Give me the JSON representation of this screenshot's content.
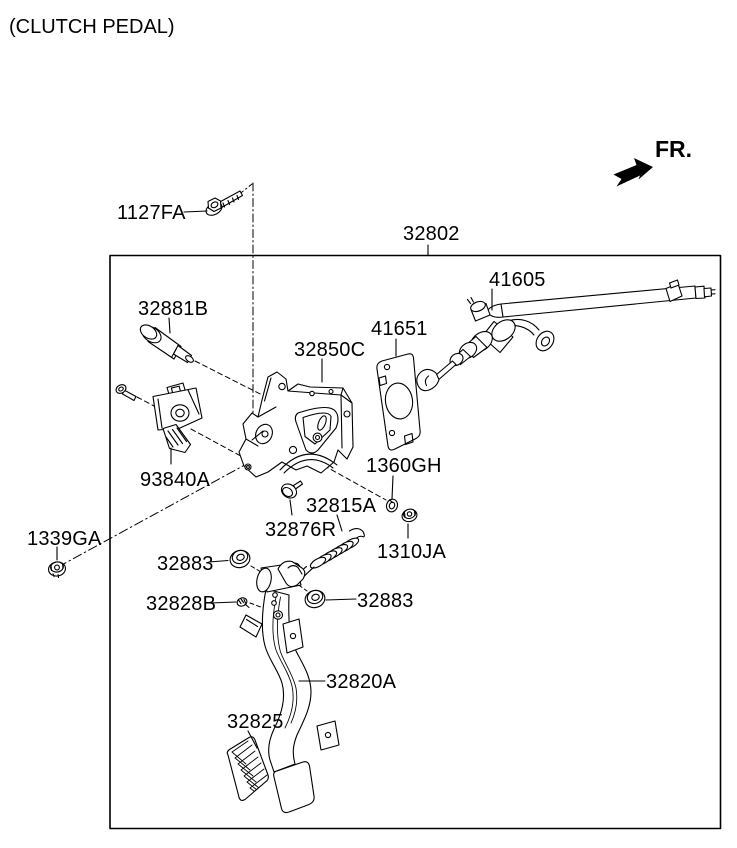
{
  "title": "(CLUTCH PEDAL)",
  "direction": {
    "label": "FR.",
    "icon": "fr-direction-arrow-icon"
  },
  "assembly_box_label": "32802",
  "labels": {
    "p1127fa": "1127FA",
    "p32802": "32802",
    "p41605": "41605",
    "p32881b": "32881B",
    "p32850c": "32850C",
    "p41651": "41651",
    "p93840a": "93840A",
    "p1360gh": "1360GH",
    "p32815a": "32815A",
    "p32876r": "32876R",
    "p1310ja": "1310JA",
    "p1339ga": "1339GA",
    "p32883_left": "32883",
    "p32883_right": "32883",
    "p32828b": "32828B",
    "p32820a": "32820A",
    "p32825": "32825"
  },
  "part_drawings": [
    "washer-bolt-1127fa",
    "clevis-pin-32881b",
    "clutch-switch-93840a",
    "pedal-member-bracket-32850c",
    "gasket-41651",
    "clutch-master-cylinder-41605",
    "snap-ring-1360gh",
    "nut-1310ja",
    "nut-1339ga",
    "pivot-bolt-32876r",
    "return-spring-32815a",
    "bushing-32883-left",
    "bushing-32883-right",
    "clip-32828b",
    "pedal-arm-32820a",
    "pedal-pad-32825"
  ],
  "colors": {
    "line": "#000000",
    "background": "#ffffff",
    "text": "#000000"
  }
}
